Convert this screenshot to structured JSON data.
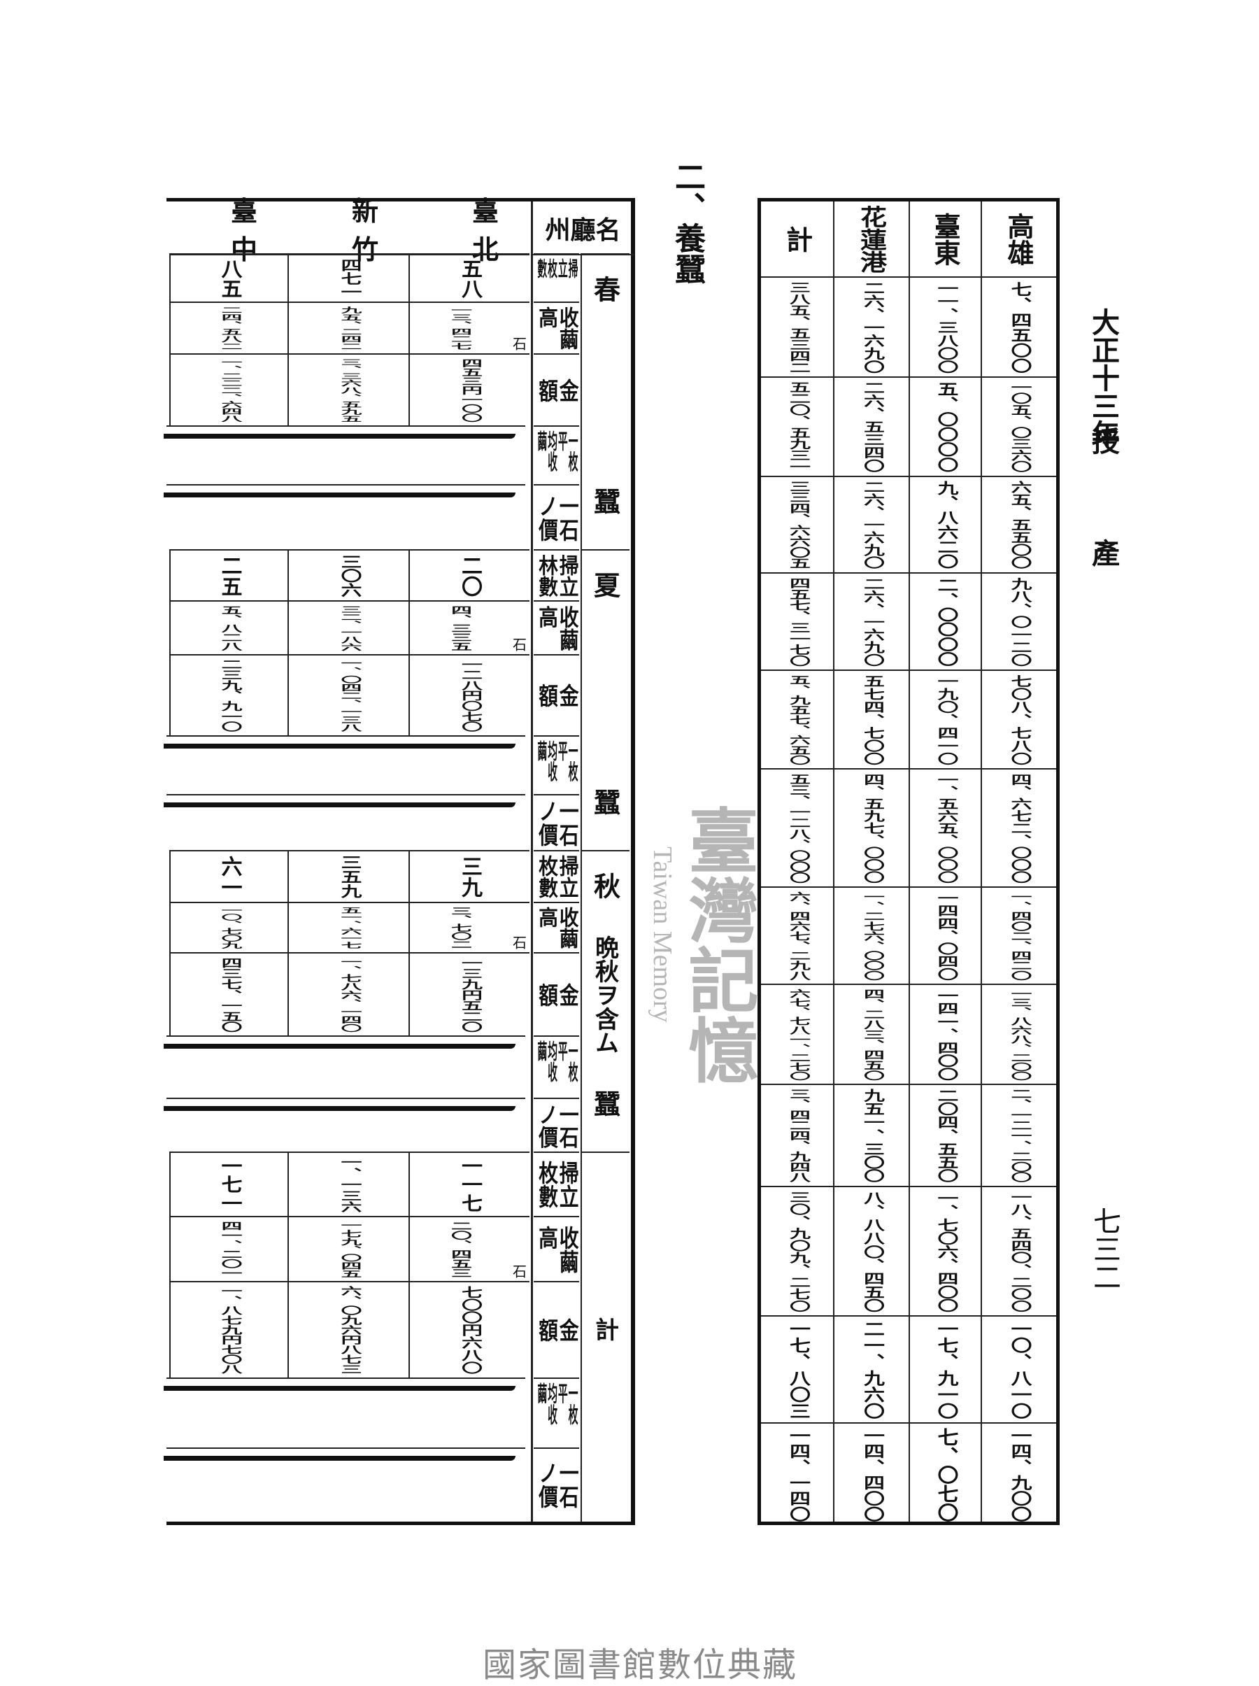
{
  "header": {
    "title_parts": [
      "大正十三年",
      "授",
      "產"
    ],
    "page_number": "七三二"
  },
  "section_title": "二、養蠶",
  "right_table": {
    "columns": [
      {
        "name": "高雄",
        "values": [
          "七、四五〇〇",
          "一〇五、〇三六〇",
          "六五、五五〇〇",
          "九八、〇一二〇",
          "七〇八、七八〇",
          "四、六七二、〇〇〇",
          "一、四〇二、四二〇",
          "一三、八六八、二〇〇",
          "二、一二一、二〇〇",
          "一八、五四〇、二〇〇",
          "一〇、八一〇",
          "一四、九〇〇"
        ]
      },
      {
        "name": "臺東",
        "values": [
          "一一、三八〇〇",
          "五、〇〇〇〇",
          "九、八六二〇",
          "二、〇〇〇〇",
          "一九〇、四一〇",
          "一、五六五、〇〇〇",
          "一四四、〇四〇",
          "一四一、四〇〇",
          "二〇四、五五〇",
          "一、七〇六、四〇〇",
          "一七、九一〇",
          "七、〇七〇"
        ]
      },
      {
        "name": "花蓮港",
        "values": [
          "二六、一六九〇",
          "二六、五三四〇",
          "二六、一六九〇",
          "二六、一六九〇",
          "五七四、七〇〇",
          "四、五九七、〇〇〇",
          "一、二七六、〇〇〇",
          "四、二八三、四五〇",
          "九五一、三〇〇",
          "八、八八〇、四五〇",
          "二一、九六〇",
          "一四、四〇〇"
        ]
      },
      {
        "name": "計",
        "values": [
          "三八五、五三四二",
          "五二〇、五九三一",
          "三三四、六六〇五",
          "四五七、三一七〇",
          "五、九五七、六五〇",
          "五三、一二八、〇〇〇",
          "六、四六七、二九八",
          "六七、七八一、二七〇",
          "三、四二四、九四八",
          "三〇、九〇九、二七〇",
          "一七、八〇三",
          "一四、一四〇"
        ]
      }
    ]
  },
  "left_table": {
    "corner": "州廳名",
    "prefectures": [
      "臺北",
      "新竹",
      "臺中"
    ],
    "unit_koku": "石",
    "sections": [
      {
        "label_top": "春",
        "label_mid": "",
        "label_bottom": "蠶",
        "row_labels": [
          [
            "掃立",
            "枚數"
          ],
          [
            "收繭",
            "高"
          ],
          [
            "金",
            "額"
          ],
          [
            "一枚平",
            "均收繭"
          ],
          [
            "一石",
            "ノ價"
          ]
        ],
        "values": [
          [
            "五八",
            "一三、四二七",
            "四五三円一〇〇"
          ],
          [
            "四七一",
            "九五、二四二",
            "三、三六八、五九五"
          ],
          [
            "八五",
            "二四、五八二",
            "一、二二二、六四八"
          ]
        ]
      },
      {
        "label_top": "夏",
        "label_mid": "",
        "label_bottom": "蠶",
        "row_labels": [
          [
            "掃立",
            "林數"
          ],
          [
            "收繭",
            "高"
          ],
          [
            "金",
            "額"
          ],
          [
            "一枚平",
            "均收繭"
          ],
          [
            "一石",
            "ノ價"
          ]
        ],
        "values": [
          [
            "二〇",
            "四、三三五",
            "一二八円〇七〇"
          ],
          [
            "三〇六",
            "三二、一八六",
            "一、〇四二、一三八"
          ],
          [
            "二五",
            "五、八二八",
            "二三九、九一〇"
          ]
        ]
      },
      {
        "label_top": "秋",
        "label_mid": "晩秋ヲ含ム",
        "label_bottom": "蠶",
        "row_labels": [
          [
            "掃立",
            "枚數"
          ],
          [
            "收繭",
            "高"
          ],
          [
            "金",
            "額"
          ],
          [
            "一枚平",
            "均收繭"
          ],
          [
            "一石",
            "ノ價"
          ]
        ],
        "values": [
          [
            "三九",
            "三、七〇二",
            "一三九円五二〇"
          ],
          [
            "三五九",
            "五一、六一七",
            "一、七八六、一四〇"
          ],
          [
            "六一",
            "一〇、七〇九",
            "四三七、一五〇"
          ]
        ]
      },
      {
        "label_top": "",
        "label_mid": "計",
        "label_bottom": "",
        "row_labels": [
          [
            "掃立",
            "枚數"
          ],
          [
            "收繭",
            "高"
          ],
          [
            "金",
            "額"
          ],
          [
            "一枚平",
            "均收繭"
          ],
          [
            "一石",
            "ノ價"
          ]
        ],
        "values": [
          [
            "一一七",
            "二〇、四五三",
            "七〇〇円六八〇"
          ],
          [
            "一、一三六",
            "一七九、〇四五",
            "六、〇九六円八七三"
          ],
          [
            "一七一",
            "四一、二〇一",
            "一、八七九円七〇八"
          ]
        ]
      }
    ]
  },
  "watermark": {
    "text": "臺灣記憶",
    "subtext": "Taiwan Memory"
  },
  "footer": "國家圖書館數位典藏"
}
